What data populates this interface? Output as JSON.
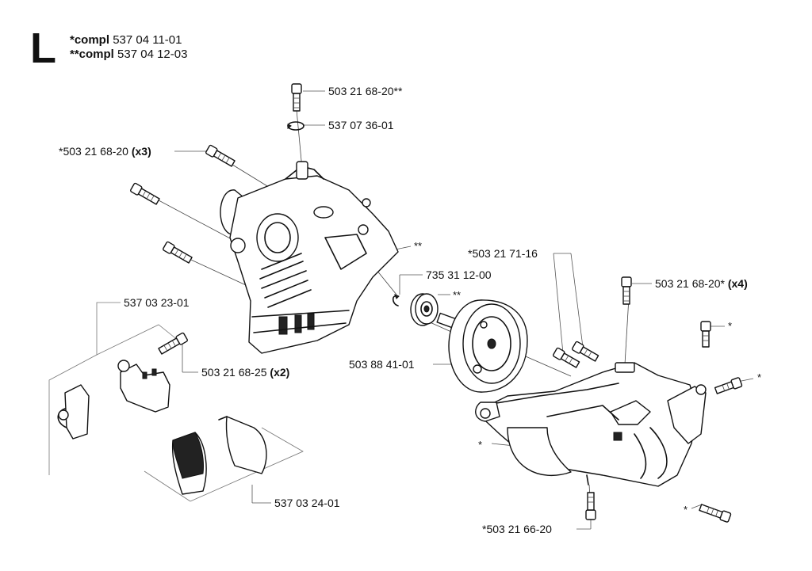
{
  "section": "L",
  "header": {
    "line1": {
      "prefix": "*compl",
      "number": "537 04 11-01"
    },
    "line2": {
      "prefix": "**compl",
      "number": "537 04 12-03"
    }
  },
  "labels": {
    "screw_top": "503 21 68-20**",
    "ring_top": "537 07 36-01",
    "screws_x3_number": "*503 21 68-20",
    "screws_x3_qty": "(x3)",
    "crankcase_left_marker": "**",
    "part_537_03_23": "537 03 23-01",
    "screws_x2_number": "503 21 68-25",
    "screws_x2_qty": "(x2)",
    "part_537_03_24": "537 03 24-01",
    "circlip": "735 31 12-00",
    "bearing_marker": "**",
    "crankshaft": "503 88 41-01",
    "screw_71_16": "*503 21 71-16",
    "screws_x4_number": "503 21 68-20*",
    "screws_x4_qty": "(x4)",
    "screw_66_20": "*503 21 66-20",
    "marker_upright_screw": "*",
    "marker_side_screw": "*",
    "marker_crankcase_right": "*",
    "marker_bottom_screw": "*"
  }
}
